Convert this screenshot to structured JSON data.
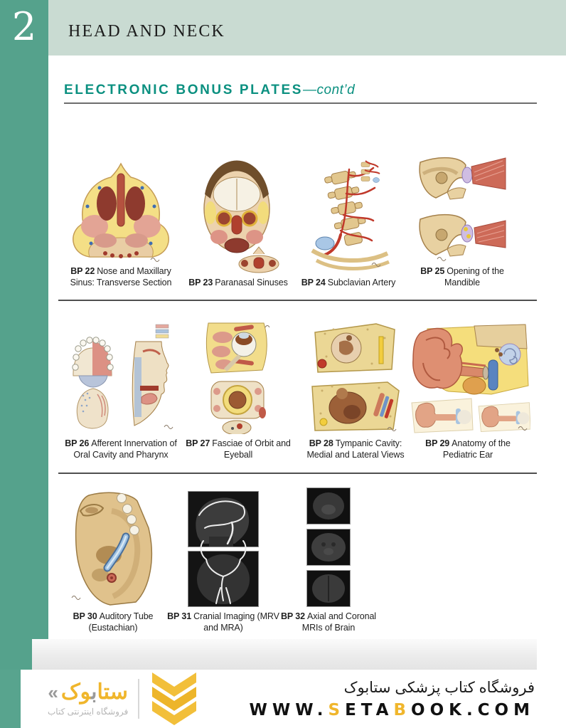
{
  "colors": {
    "tab_teal": "#55a28c",
    "band_sage": "#c9dbd2",
    "heading_teal": "#0b9080",
    "divider_gray": "#4f4f4f",
    "logo_yellow": "#f0b62c"
  },
  "header": {
    "chapter_number": "2",
    "chapter_title": "HEAD AND NECK"
  },
  "section": {
    "heading": "ELECTRONIC BONUS PLATES",
    "heading_suffix": "—cont’d"
  },
  "rows": [
    {
      "plates": [
        {
          "label": "BP 22",
          "title": "Nose and Maxillary\nSinus: Transverse Section"
        },
        {
          "label": "BP 23",
          "title": "Paranasal Sinuses"
        },
        {
          "label": "BP 24",
          "title": "Subclavian Artery"
        },
        {
          "label": "BP 25",
          "title": "Opening of the\nMandible"
        }
      ]
    },
    {
      "plates": [
        {
          "label": "BP 26",
          "title": "Afferent Innervation of\nOral Cavity and Pharynx"
        },
        {
          "label": "BP 27",
          "title": "Fasciae of Orbit and\nEyeball"
        },
        {
          "label": "BP 28",
          "title": "Tympanic Cavity:\nMedial and Lateral Views"
        },
        {
          "label": "BP 29",
          "title": "Anatomy of the\nPediatric Ear"
        }
      ]
    },
    {
      "plates": [
        {
          "label": "BP 30",
          "title": "Auditory Tube\n(Eustachian)"
        },
        {
          "label": "BP 31",
          "title": "Cranial Imaging (MRV\nand MRA)"
        },
        {
          "label": "BP 32",
          "title": "Axial and Coronal\nMRIs of Brain"
        }
      ]
    }
  ],
  "footer": {
    "logo": {
      "icon": "triple-chevron-down",
      "guillemet": "«",
      "wordmark_start": "ستا",
      "wordmark_mid": "ب",
      "wordmark_end": "وک",
      "tagline": "فروشگاه اینترنتی کتاب"
    },
    "store_title": "فروشگاه کتاب پزشکی ستابوک",
    "url": {
      "p1": "WWW.",
      "accent1": "S",
      "p2": "ETA",
      "accent2": "B",
      "p3": "OOK.COM"
    }
  }
}
